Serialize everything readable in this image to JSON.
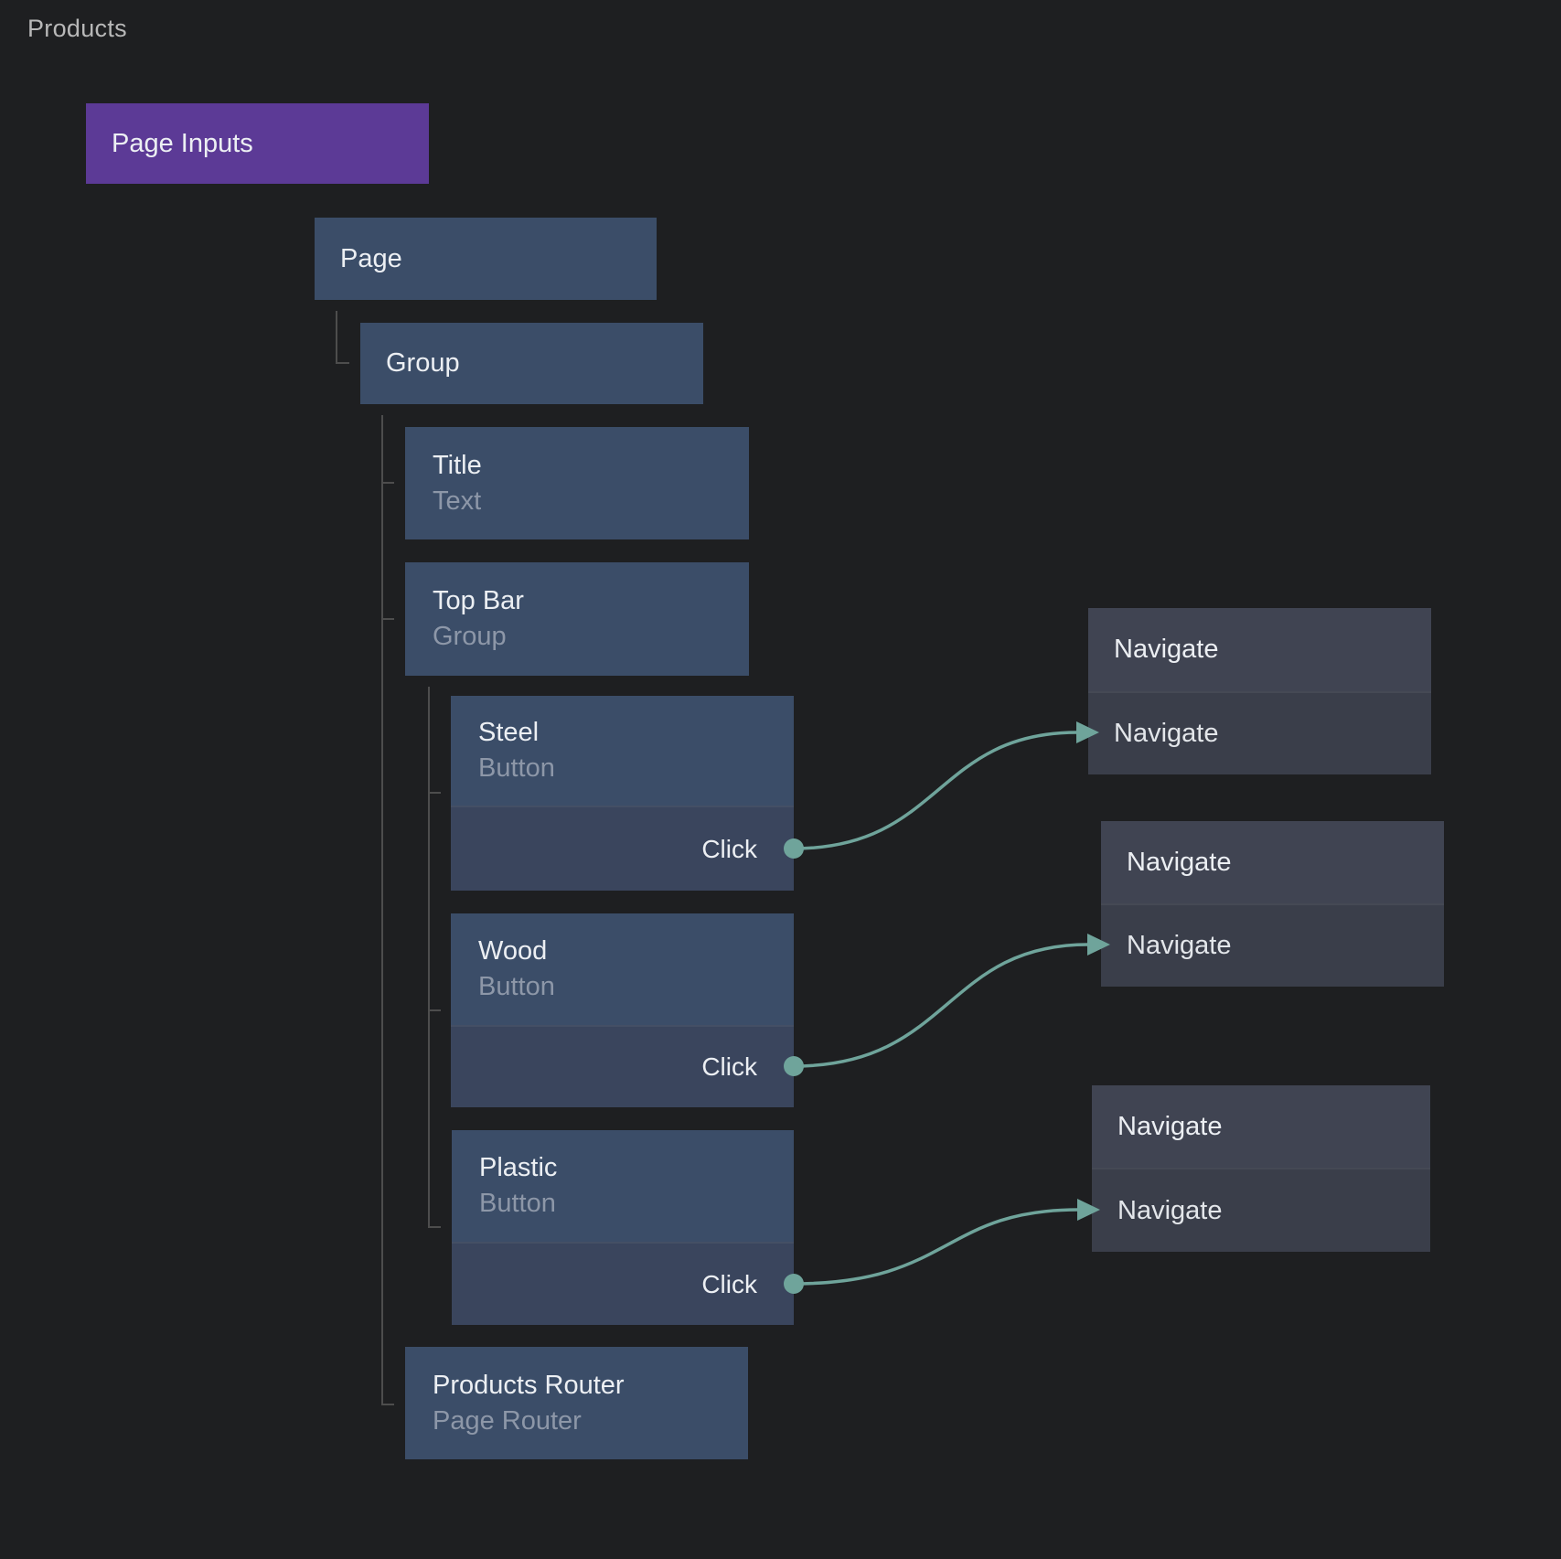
{
  "header": {
    "title": "Products"
  },
  "tree": {
    "page_inputs": {
      "label": "Page Inputs"
    },
    "page": {
      "label": "Page"
    },
    "group": {
      "label": "Group"
    },
    "title": {
      "label": "Title",
      "type": "Text"
    },
    "top_bar": {
      "label": "Top Bar",
      "type": "Group"
    },
    "steel": {
      "label": "Steel",
      "type": "Button",
      "event": "Click"
    },
    "wood": {
      "label": "Wood",
      "type": "Button",
      "event": "Click"
    },
    "plastic": {
      "label": "Plastic",
      "type": "Button",
      "event": "Click"
    },
    "products_router": {
      "label": "Products Router",
      "type": "Page Router"
    }
  },
  "actions": {
    "navigate_steel": {
      "title": "Navigate",
      "action": "Navigate"
    },
    "navigate_wood": {
      "title": "Navigate",
      "action": "Navigate"
    },
    "navigate_plastic": {
      "title": "Navigate",
      "action": "Navigate"
    }
  },
  "colors": {
    "bg": "#1e1f21",
    "node_blue": "#3b4d68",
    "node_blue_footer": "#3a455d",
    "purple": "#5c3a96",
    "action_header": "#404452",
    "action_body": "#3a3e4a",
    "teal": "#6fa49b",
    "tree_line": "#4d4d4d"
  }
}
